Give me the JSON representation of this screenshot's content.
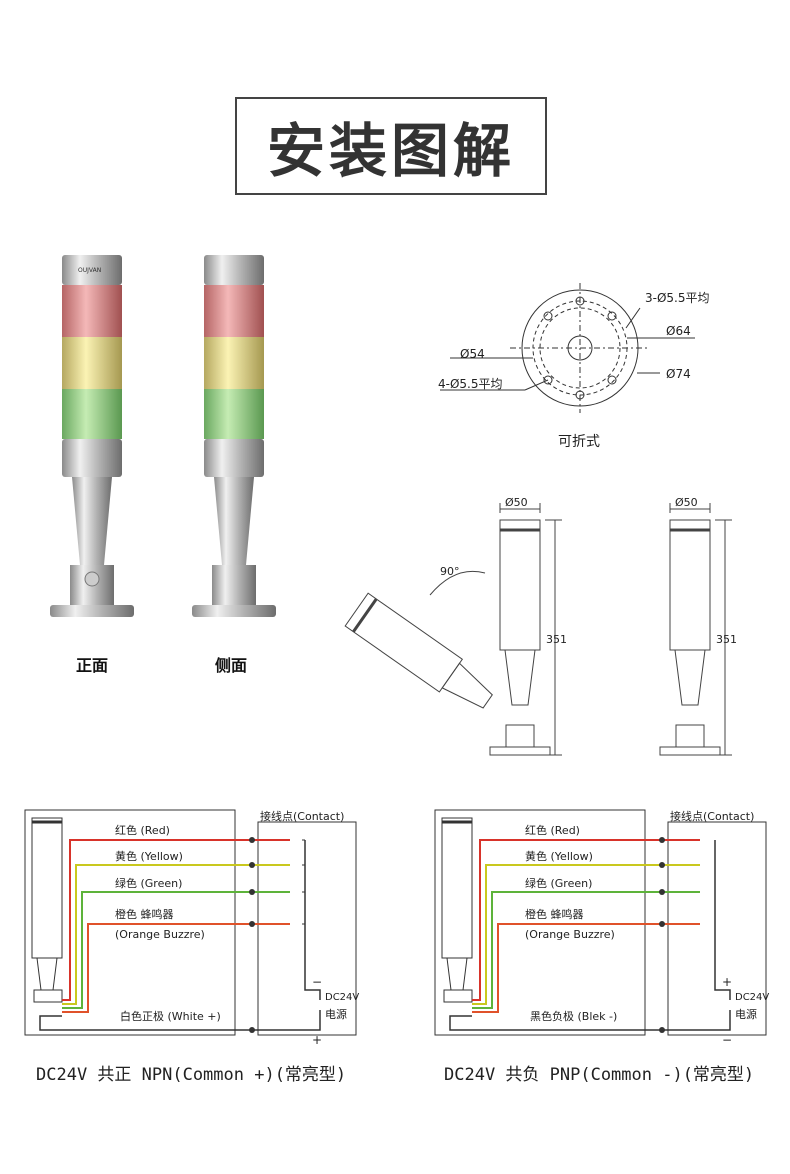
{
  "title": "安装图解",
  "views": {
    "front": "正面",
    "side": "侧面"
  },
  "brand": "OUJVAN",
  "flange": {
    "holes_top": "3-Ø5.5平均",
    "d64": "Ø64",
    "d54": "Ø54",
    "holes_bottom": "4-Ø5.5平均",
    "d74": "Ø74",
    "foldable": "可折式"
  },
  "dims": {
    "diameter": "Ø50",
    "height": "351",
    "angle": "90°"
  },
  "wiring_npn": {
    "contact": "接线点(Contact)",
    "red": "红色 (Red)",
    "yellow": "黄色 (Yellow)",
    "green": "绿色 (Green)",
    "orange": "橙色 蜂鸣器",
    "orange2": "(Orange Buzzre)",
    "common": "白色正极 (White +)",
    "dc": "DC24V",
    "power": "电源",
    "top_sign": "−",
    "bottom_sign": "+",
    "caption": "DC24V 共正 NPN(Common +)(常亮型)"
  },
  "wiring_pnp": {
    "contact": "接线点(Contact)",
    "red": "红色 (Red)",
    "yellow": "黄色 (Yellow)",
    "green": "绿色 (Green)",
    "orange": "橙色 蜂鸣器",
    "orange2": "(Orange Buzzre)",
    "common": "黑色负极 (Blek -)",
    "dc": "DC24V",
    "power": "电源",
    "top_sign": "+",
    "bottom_sign": "−",
    "caption": "DC24V 共负 PNP(Common -)(常亮型)"
  },
  "colors": {
    "red": "#d8332a",
    "yellow": "#c9c81e",
    "green": "#5db33a",
    "orange": "#e0522a"
  }
}
